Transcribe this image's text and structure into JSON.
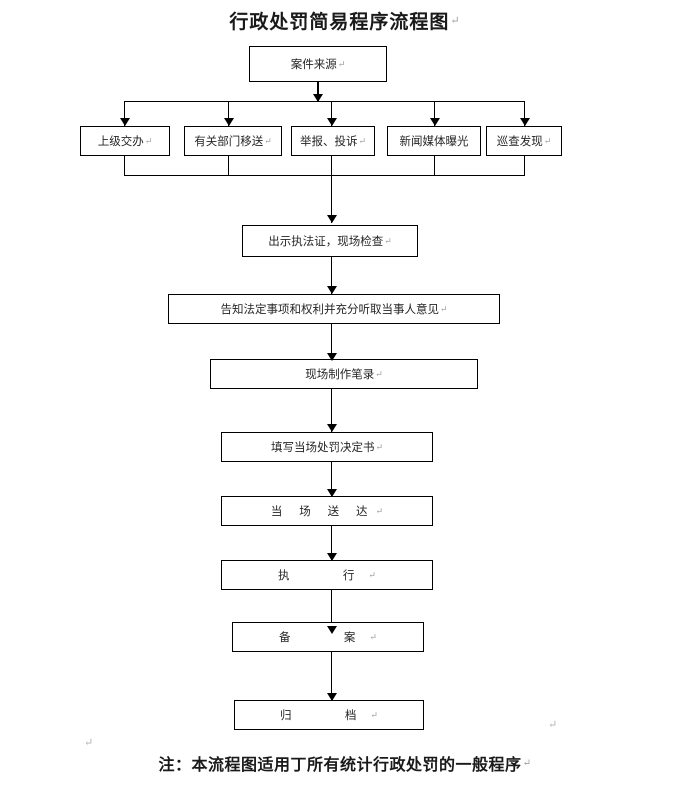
{
  "document": {
    "title": "行政处罚简易程序流程图",
    "pilcrow": "↵",
    "note": "注：本流程图适用丁所有统计行政处罚的一般程序",
    "stray_marks": [
      "↵",
      "↵"
    ]
  },
  "flow": {
    "source": {
      "label": "案件来源",
      "name": "case-source"
    },
    "sources": [
      {
        "label": "上级交办",
        "name": "superior-assignment"
      },
      {
        "label": "有关部门移送",
        "name": "department-transfer"
      },
      {
        "label": "举报、投诉",
        "name": "report-complaint"
      },
      {
        "label": "新闻媒体曝光",
        "name": "media-exposure"
      },
      {
        "label": "巡查发现",
        "name": "patrol-discovery"
      }
    ],
    "steps": [
      {
        "label": "出示执法证，现场检查",
        "name": "show-credentials-inspect"
      },
      {
        "label": "告知法定事项和权利并充分听取当事人意见",
        "name": "notify-rights-hear-opinion"
      },
      {
        "label": "现场制作笔录",
        "name": "onsite-record"
      },
      {
        "label": "填写当场处罚决定书",
        "name": "fill-penalty-decision"
      },
      {
        "label": "当 场 送 达",
        "name": "onsite-delivery"
      },
      {
        "label": "执　 行",
        "name": "execution"
      },
      {
        "label": "备　 案",
        "name": "filing-record"
      },
      {
        "label": "归　 档",
        "name": "archiving"
      }
    ]
  },
  "colors": {
    "line": "#000000",
    "text": "#262626",
    "title": "#1a1a1a",
    "pilcrow": "#9aa0a6",
    "background": "#ffffff"
  }
}
